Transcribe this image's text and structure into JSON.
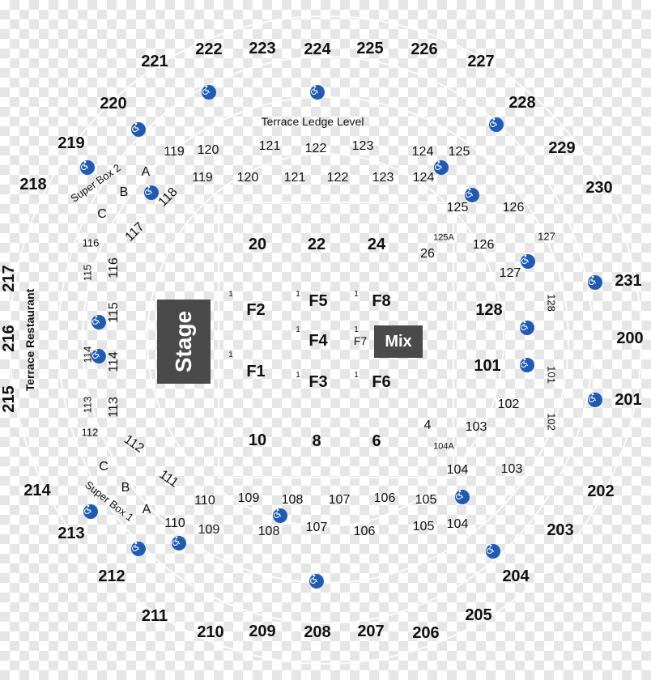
{
  "colors": {
    "background_check_a": "#ffffff",
    "background_check_b": "#e6e6e6",
    "stage_fill": "#4a4a4a",
    "accessible_icon": "#1f5bb5"
  },
  "stage_label": "Stage",
  "mix_label": "Mix",
  "terrace_ledge_label": "Terrace Ledge Level",
  "terrace_restaurant_label": "Terrace Restaurant",
  "upper_sections": [
    "221",
    "222",
    "223",
    "224",
    "225",
    "226",
    "227",
    "228",
    "229",
    "230",
    "231",
    "200",
    "201",
    "202",
    "203",
    "204",
    "205",
    "206",
    "207",
    "208",
    "209",
    "210",
    "211",
    "212",
    "213",
    "214",
    "215",
    "216",
    "217",
    "218",
    "219",
    "220"
  ],
  "super_box_2": "Super Box 2",
  "super_box_1": "Super Box 1",
  "box_letters": {
    "a": "A",
    "b": "B",
    "c": "C"
  },
  "lower_sections": {
    "s119a": "119",
    "s120a": "120",
    "s121a": "121",
    "s122a": "122",
    "s123a": "123",
    "s124a": "124",
    "s125a": "125",
    "s119b": "119",
    "s120b": "120",
    "s121b": "121",
    "s122b": "122",
    "s123b": "123",
    "s124b": "124",
    "s118": "118",
    "s117": "117",
    "s116a": "116",
    "s116b": "116",
    "s115a": "115",
    "s115b": "115",
    "s114a": "114",
    "s114b": "114",
    "s113a": "113",
    "s113b": "113",
    "s112a": "112",
    "s112b": "112",
    "s111": "111",
    "s110a": "110",
    "s109a": "109",
    "s108a": "108",
    "s107a": "107",
    "s106a": "106",
    "s105a": "105",
    "s110b": "110",
    "s109b": "109",
    "s108b": "108",
    "s107b": "107",
    "s106b": "106",
    "s105b": "105",
    "s104b": "104",
    "s104a": "104",
    "s103a": "103",
    "s103b": "103",
    "s104A": "104A",
    "s102a": "102",
    "s102b": "102",
    "s101a": "101",
    "s101b": "101",
    "s128a": "128",
    "s128b": "128",
    "s127a": "127",
    "s127b": "127",
    "s126a": "126",
    "s126b": "126",
    "s125b": "125",
    "s125A": "125A",
    "s26": "26",
    "s4": "4"
  },
  "floor_sections": {
    "n20": "20",
    "n22": "22",
    "n24": "24",
    "n10": "10",
    "n8": "8",
    "n6": "6",
    "F1": "F1",
    "F2": "F2",
    "F3": "F3",
    "F4": "F4",
    "F5": "F5",
    "F6": "F6",
    "F7": "F7",
    "F8": "F8",
    "row1": "1"
  }
}
